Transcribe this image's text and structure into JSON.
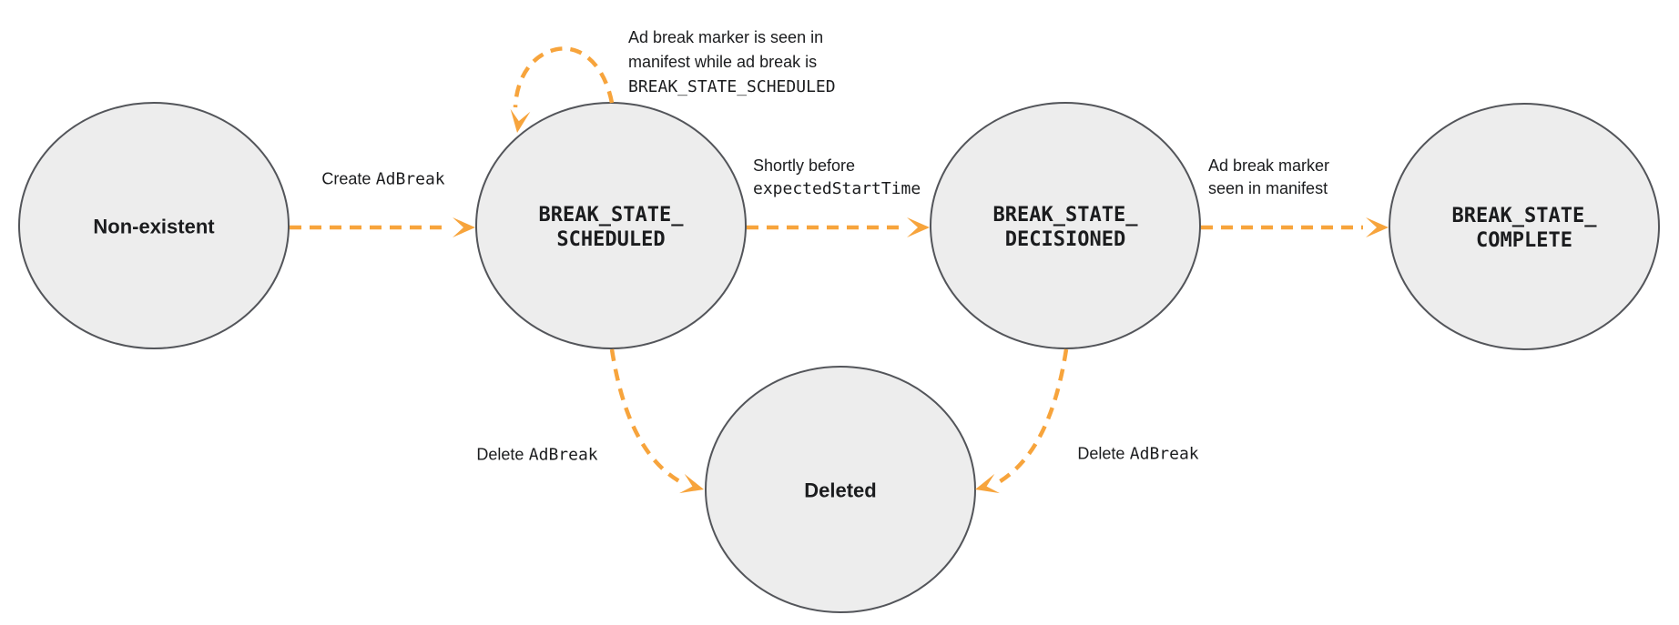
{
  "colors": {
    "arrow": "#F7A43C",
    "state_fill": "#EDEDED",
    "state_stroke": "#53555A",
    "text": "#1B1C1E"
  },
  "states": {
    "non_existent": {
      "label": "Non-existent"
    },
    "scheduled": {
      "line1": "BREAK_STATE_",
      "line2": "SCHEDULED"
    },
    "decisioned": {
      "line1": "BREAK_STATE_",
      "line2": "DECISIONED"
    },
    "complete": {
      "line1": "BREAK_STATE_",
      "line2": "COMPLETE"
    },
    "deleted": {
      "label": "Deleted"
    }
  },
  "transitions": {
    "create": {
      "action": "Create",
      "code": "AdBreak"
    },
    "self_loop": {
      "line1": "Ad break marker is seen in",
      "line2": "manifest while ad break is",
      "line3_code": "BREAK_STATE_SCHEDULED"
    },
    "to_decisioned": {
      "line1": "Shortly before",
      "line2_code": "expectedStartTime"
    },
    "to_complete": {
      "line1": "Ad break marker",
      "line2": "seen in manifest"
    },
    "delete_from_scheduled": {
      "action": "Delete",
      "code": "AdBreak"
    },
    "delete_from_decisioned": {
      "action": "Delete",
      "code": "AdBreak"
    }
  }
}
